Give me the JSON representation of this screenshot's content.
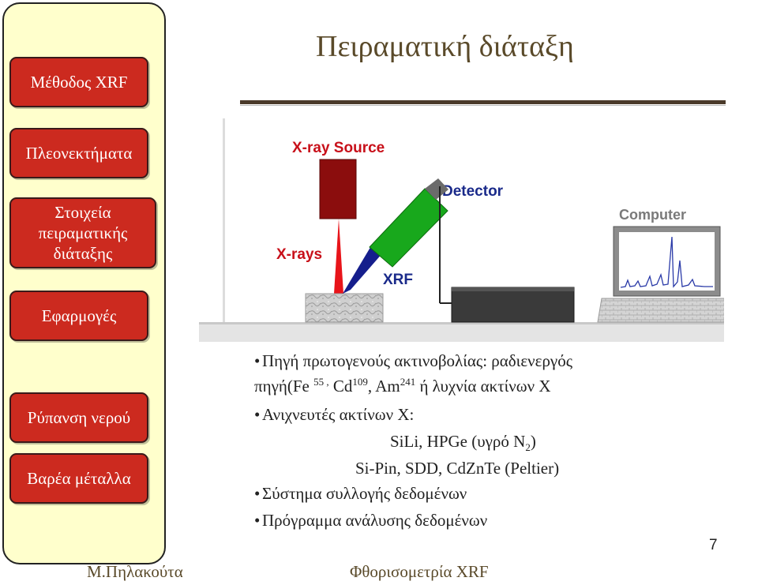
{
  "title": "Πειραματική διάταξη",
  "sidebar": {
    "items": [
      {
        "label": "Μέθοδος XRF"
      },
      {
        "label": "Πλεονεκτήματα"
      },
      {
        "label": "Στοιχεία πειραματικής διάταξης"
      },
      {
        "label": "Εφαρμογές"
      },
      {
        "label": "Ρύπανση νερού"
      },
      {
        "label": "Βαρέα μέταλλα"
      }
    ]
  },
  "diagram": {
    "xray_source_label": "X-ray Source",
    "detector_label": "Detector",
    "computer_label": "Computer",
    "xrays_label": "X-rays",
    "xrf_label": "XRF",
    "colors": {
      "source": "#8b0d0d",
      "beam": "#e8141a",
      "detector": "#18a81c",
      "xrf_beam": "#151e8c",
      "label_red": "#c8101a",
      "label_blue": "#1a2a8a"
    }
  },
  "bullets": {
    "b1_line1": "Πηγή πρωτογενούς ακτινοβολίας: ραδιενεργός",
    "b1_line2_a": "πηγή(Fe",
    "b1_sup1": "55 ,",
    "b1_line2_b": "Cd",
    "b1_sup2": "109",
    "b1_line2_c": ", Am",
    "b1_sup3": "241",
    "b1_line2_d": "ή λυχνία ακτίνων X",
    "b2_line1": "Ανιχνευτές ακτίνων X:",
    "b2_line2_a": "SiLi, HPGe (υγρό N",
    "b2_sub": "2",
    "b2_line2_b": ")",
    "b2_line3": "Si-Pin, SDD, CdZnTe (Peltier)",
    "b3": "Σύστημα συλλογής δεδομένων",
    "b4": "Πρόγραμμα ανάλυσης δεδομένων"
  },
  "footer": {
    "author": "Μ.Πηλακούτα",
    "topic": "Φθορισομετρία XRF",
    "page": "7"
  }
}
